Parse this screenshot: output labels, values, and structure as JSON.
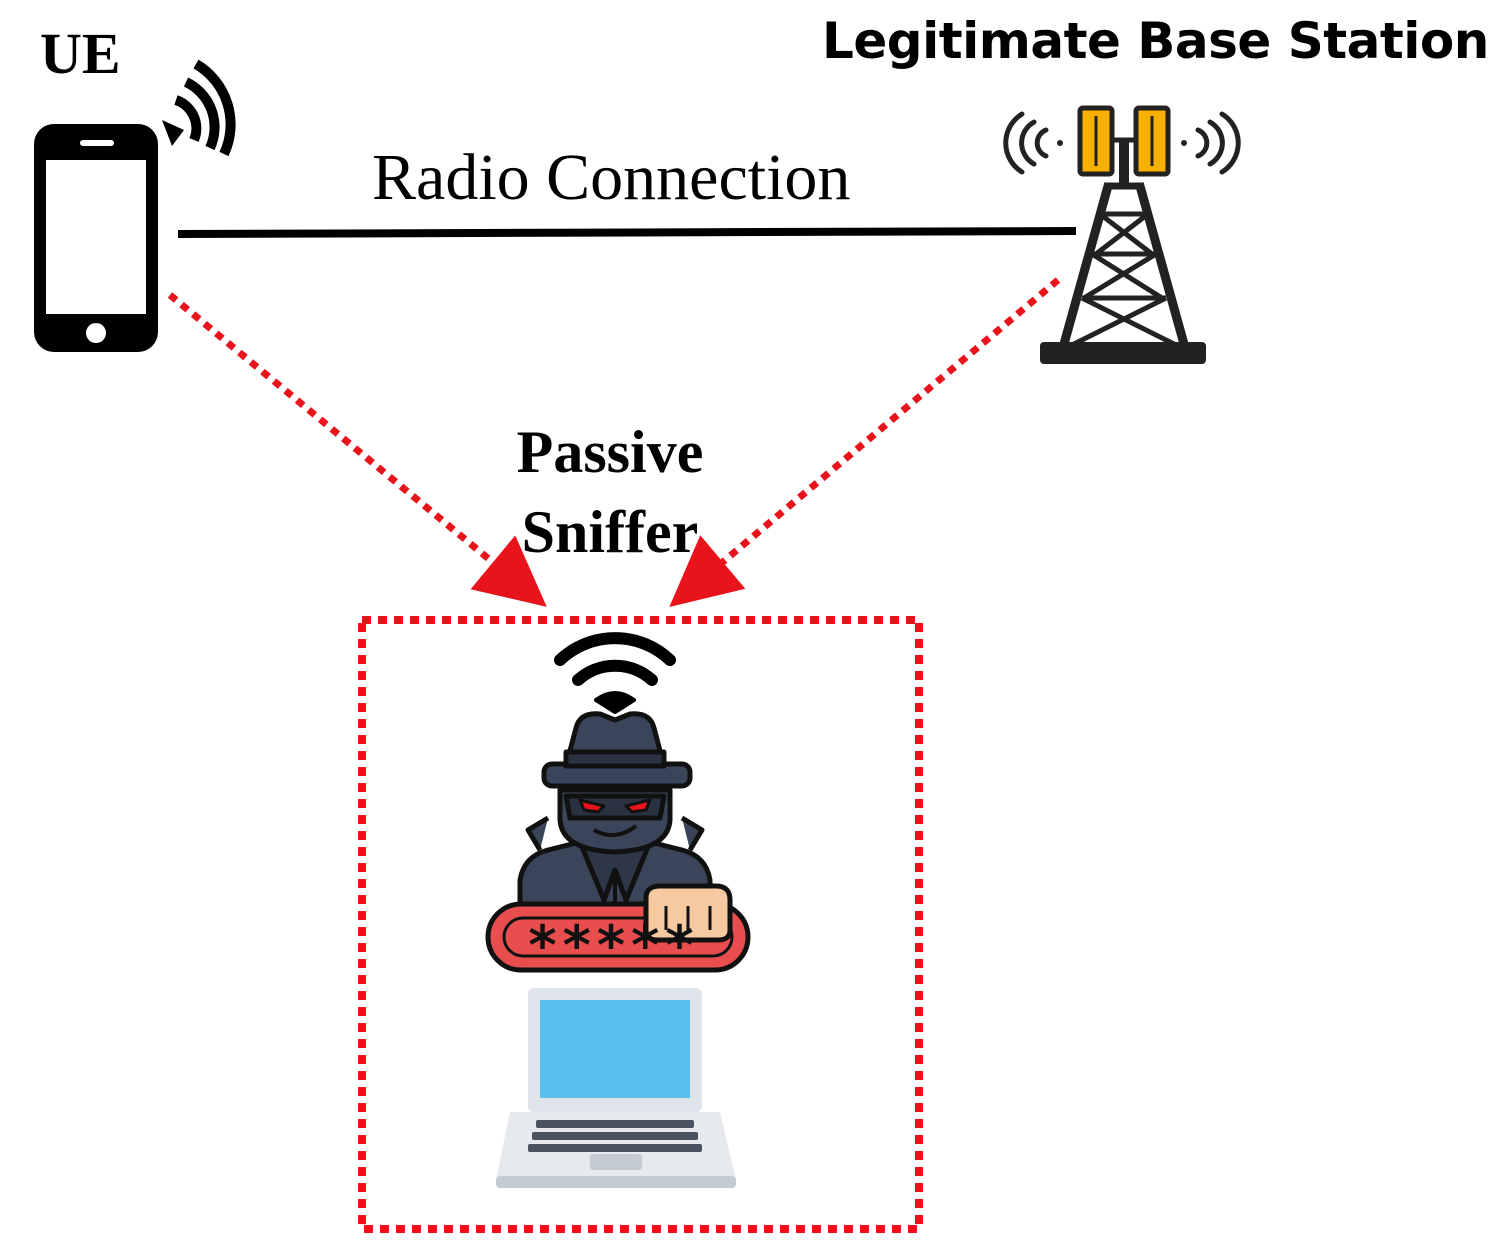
{
  "labels": {
    "ue": "UE",
    "base_station": "Legitimate Base Station",
    "radio_connection": "Radio Connection",
    "sniffer_line1": "Passive",
    "sniffer_line2": "Sniffer"
  },
  "password_mask": "*****",
  "colors": {
    "sniff_path": "#e8131b",
    "connection_line": "#000000",
    "tower_panel": "#f5b000",
    "laptop_screen": "#5ac1ec",
    "spy_body": "#3a4559",
    "password_bar": "#e84e4e"
  }
}
